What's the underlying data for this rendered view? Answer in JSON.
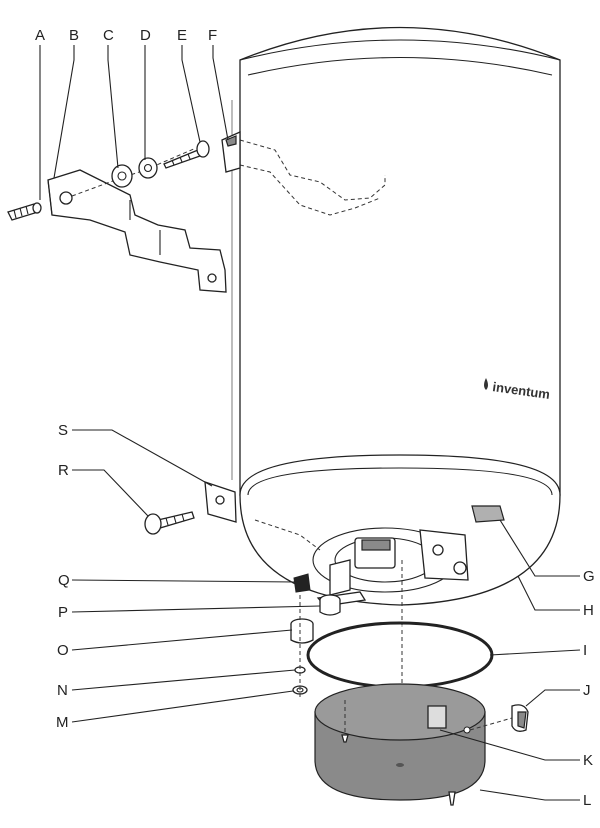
{
  "brand": {
    "text": "inventum"
  },
  "labels": [
    {
      "id": "a",
      "text": "A"
    },
    {
      "id": "b",
      "text": "B"
    },
    {
      "id": "c",
      "text": "C"
    },
    {
      "id": "d",
      "text": "D"
    },
    {
      "id": "e",
      "text": "E"
    },
    {
      "id": "f",
      "text": "F"
    },
    {
      "id": "s",
      "text": "S"
    },
    {
      "id": "r",
      "text": "R"
    },
    {
      "id": "q",
      "text": "Q"
    },
    {
      "id": "p",
      "text": "P"
    },
    {
      "id": "o",
      "text": "O"
    },
    {
      "id": "n",
      "text": "N"
    },
    {
      "id": "m",
      "text": "M"
    },
    {
      "id": "g",
      "text": "G"
    },
    {
      "id": "h",
      "text": "H"
    },
    {
      "id": "i",
      "text": "I"
    },
    {
      "id": "j",
      "text": "J"
    },
    {
      "id": "k",
      "text": "K"
    },
    {
      "id": "l",
      "text": "L"
    }
  ]
}
